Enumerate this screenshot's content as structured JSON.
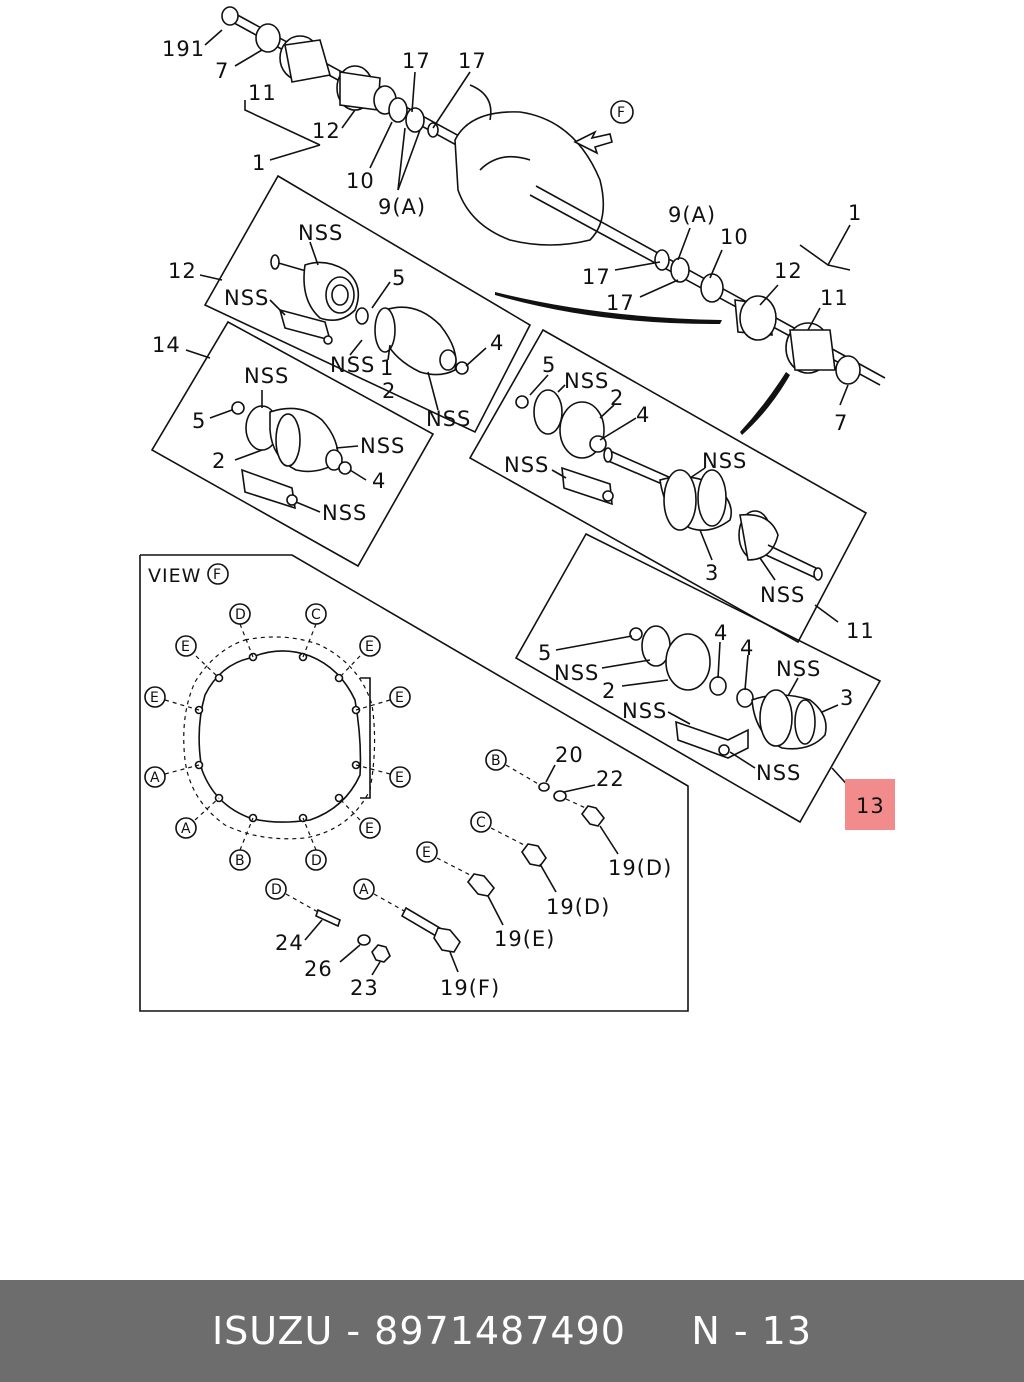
{
  "labels": {
    "l191": "191",
    "l7a": "7",
    "l11a": "11",
    "l12a": "12",
    "l1a": "1",
    "l17a": "17",
    "l17b": "17",
    "l10a": "10",
    "l9a": "9(A)",
    "lF": "F",
    "l9b": "9(A)",
    "l10b": "10",
    "l1b": "1",
    "l12b": "12",
    "l11b": "11",
    "l17c": "17",
    "l17d": "17",
    "l7b": "7",
    "l12box": "12",
    "l14box": "14",
    "l11box": "11",
    "l13": "13",
    "nss": "NSS",
    "l5": "5",
    "l4": "4",
    "l2": "2",
    "l3": "3",
    "view": "VIEW",
    "l20": "20",
    "l22": "22",
    "l19d1": "19(D)",
    "l19d2": "19(D)",
    "l19e": "19(E)",
    "l19f": "19(F)",
    "l24": "24",
    "l26": "26",
    "l23": "23",
    "cA": "A",
    "cB": "B",
    "cC": "C",
    "cD": "D",
    "cE": "E"
  },
  "footer": {
    "brand": "ISUZU",
    "part_number": "8971487490",
    "page": "N - 13"
  },
  "colors": {
    "highlight": "#f28b8b",
    "footer_bg": "#6d6d6d"
  }
}
